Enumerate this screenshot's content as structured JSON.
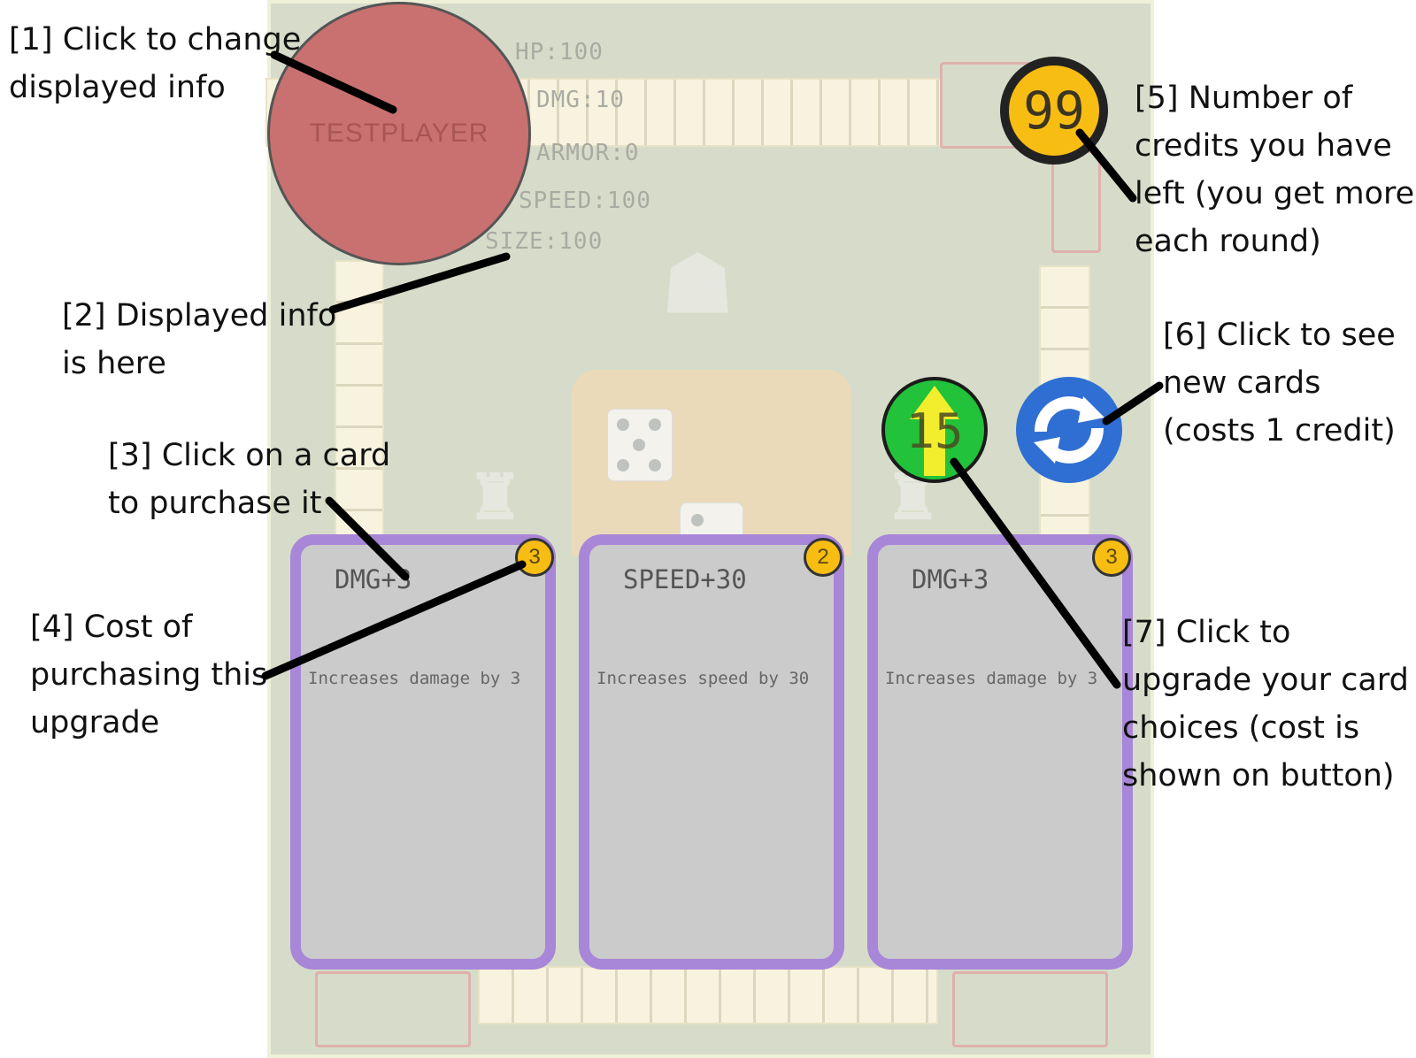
{
  "player": {
    "name": "TESTPLAYER"
  },
  "stats": {
    "hp": "HP:100",
    "dmg": "DMG:10",
    "armor": "ARMOR:0",
    "speed": "SPEED:100",
    "size": "SIZE:100"
  },
  "credits": {
    "value": "99"
  },
  "upgrade_button": {
    "cost": "15",
    "icon": "up-arrow-icon"
  },
  "refresh_button": {
    "icon": "refresh-icon"
  },
  "cards": [
    {
      "title": "DMG+3",
      "description": "Increases damage by 3",
      "cost": "3"
    },
    {
      "title": "SPEED+30",
      "description": "Increases speed by 30",
      "cost": "2"
    },
    {
      "title": "DMG+3",
      "description": "Increases damage by 3",
      "cost": "3"
    }
  ],
  "annotations": {
    "a1": [
      "[1] Click to change",
      "displayed info"
    ],
    "a2": [
      "[2] Displayed info",
      "is here"
    ],
    "a3": [
      "[3] Click on a card",
      "to purchase it"
    ],
    "a4": [
      "[4] Cost of",
      "purchasing this",
      "upgrade"
    ],
    "a5": [
      "[5] Number of",
      "credits you have",
      "left (you get more",
      "each round)"
    ],
    "a6": [
      "[6] Click to see",
      "new cards",
      "(costs 1 credit)"
    ],
    "a7": [
      "[7] Click to",
      "upgrade your card",
      "choices (cost is",
      "shown on button)"
    ]
  },
  "colors": {
    "player": "#c97170",
    "credits": "#f7bd12",
    "upgrade": "#22c23a",
    "refresh": "#2f6fd3",
    "card_border": "#a886d8",
    "card_bg": "#cbcbcb"
  }
}
